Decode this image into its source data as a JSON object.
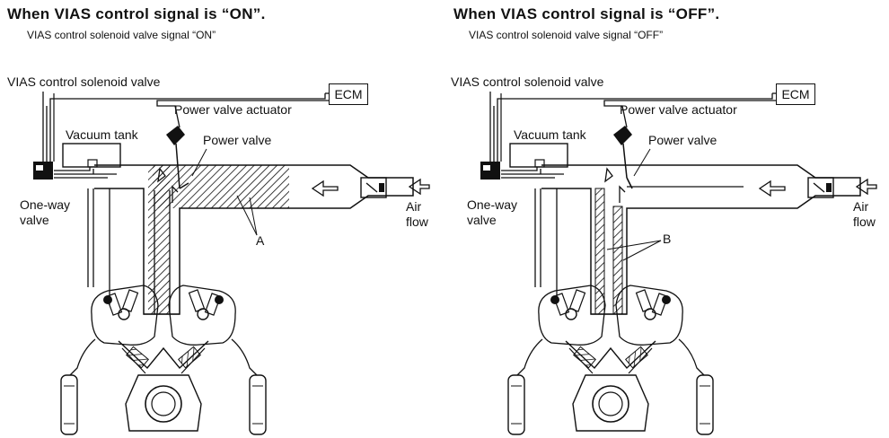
{
  "left": {
    "title": "When VIAS control signal is “ON”.",
    "subtitle": "VIAS control solenoid valve signal “ON”",
    "solenoid_label": "VIAS control solenoid valve",
    "ecm_label": "ECM",
    "actuator_label": "Power valve actuator",
    "vacuum_tank_label": "Vacuum tank",
    "power_valve_label": "Power valve",
    "one_way_label": "One-way valve",
    "air_flow_label": "Air flow",
    "callout": "A"
  },
  "right": {
    "title": "When VIAS control signal is “OFF”.",
    "subtitle": "VIAS control solenoid valve signal “OFF”",
    "solenoid_label": "VIAS control solenoid valve",
    "ecm_label": "ECM",
    "actuator_label": "Power valve actuator",
    "vacuum_tank_label": "Vacuum tank",
    "power_valve_label": "Power valve",
    "one_way_label": "One-way valve",
    "air_flow_label": "Air flow",
    "callout": "B"
  },
  "colors": {
    "line": "#111111",
    "background": "#ffffff"
  }
}
